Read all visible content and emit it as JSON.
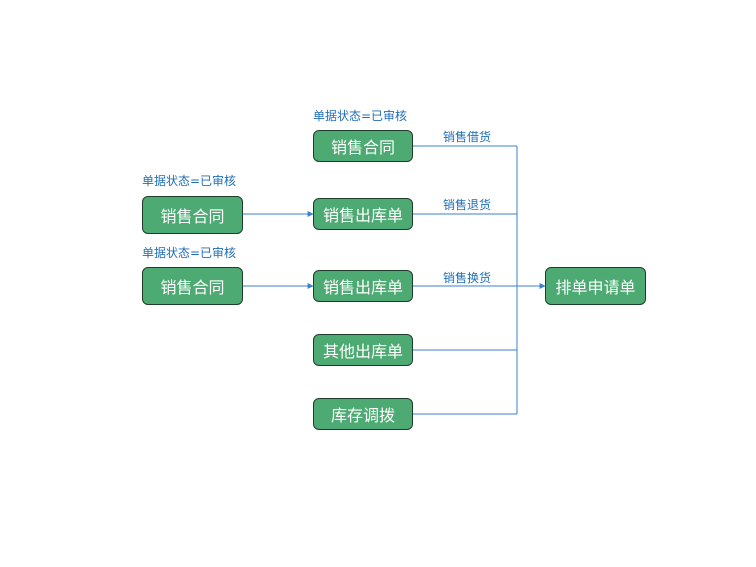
{
  "diagram": {
    "nodes": {
      "sales_contract_top": "销售合同",
      "sales_contract_mid": "销售合同",
      "sales_contract_low": "销售合同",
      "sales_outbound_mid": "销售出库单",
      "sales_outbound_low": "销售出库单",
      "other_outbound": "其他出库单",
      "inventory_transfer": "库存调拨",
      "scheduling_request": "排单申请单"
    },
    "conditions": {
      "top": "单据状态=已审核",
      "mid": "单据状态=已审核",
      "low": "单据状态=已审核"
    },
    "edge_labels": {
      "borrow": "销售借货",
      "return": "销售退货",
      "exchange": "销售换货"
    },
    "colors": {
      "node_fill": "#4caa72",
      "node_border": "#1f3d2b",
      "connector": "#3b7fd1",
      "label_text": "#1f6fb8"
    }
  }
}
